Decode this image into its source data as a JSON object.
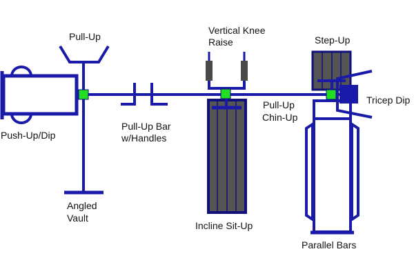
{
  "title": "Outdoor fitness station layout",
  "colors": {
    "frame": "#1a1aa8",
    "pad": "#555555",
    "joint": "#22dd22"
  },
  "labels": {
    "pull_up": "Pull-Up",
    "push_up_dip": "Push-Up/Dip",
    "pull_up_bar_1": "Pull-Up Bar",
    "pull_up_bar_2": "w/Handles",
    "angled_vault_1": "Angled",
    "angled_vault_2": "Vault",
    "knee_raise_1": "Vertical Knee",
    "knee_raise_2": "Raise",
    "incline_situp": "Incline Sit-Up",
    "chin_up_1": "Pull-Up",
    "chin_up_2": "Chin-Up",
    "step_up": "Step-Up",
    "tricep_dip": "Tricep Dip",
    "parallel_bars": "Parallel Bars"
  }
}
